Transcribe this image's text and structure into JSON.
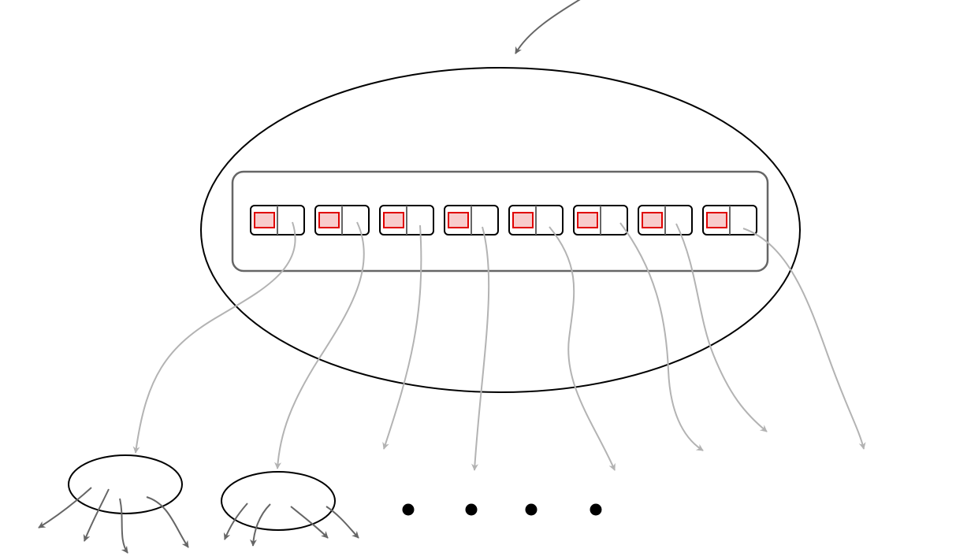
{
  "diagram": {
    "colors": {
      "outline": "#000000",
      "container_border": "#666666",
      "key_fill": "#f8cccc",
      "key_border": "#e00000",
      "pointer_arrow": "#b3b3b3",
      "child_arrow": "#666666",
      "ellipsis_dot": "#000000"
    },
    "root_node": {
      "entry_count": 8
    },
    "child_nodes": {
      "expanded_count": 2,
      "ellipsis_dots": 4
    }
  }
}
